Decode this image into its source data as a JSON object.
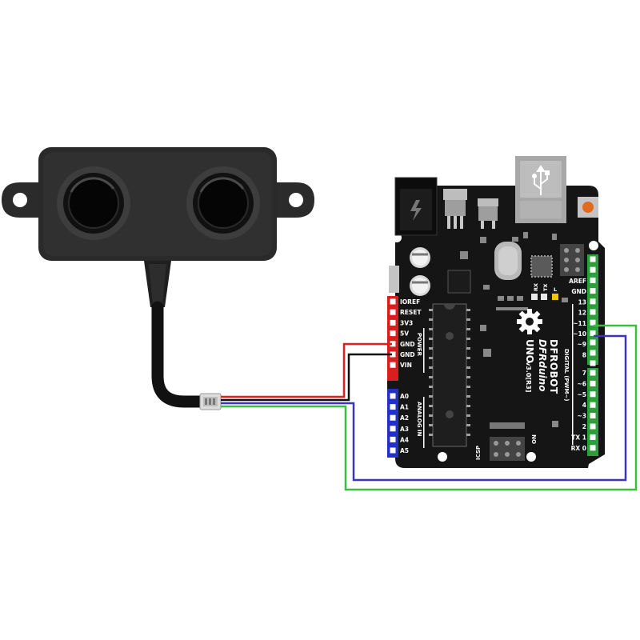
{
  "colors": {
    "vcc_wire": "#e0201c",
    "gnd_wire": "#111111",
    "rx_wire": "#3a34c0",
    "tx_wire": "#38c03a",
    "board": "#151515",
    "sensor": "#2a2a2a",
    "power_header": "#d81e1e",
    "analog_header": "#2230c8",
    "digital_header": "#2e9e3a"
  },
  "board": {
    "brand": "DFROBOT",
    "name": "DFRduino",
    "model": "UNO",
    "version": "v3.0[R3]",
    "power_label": "POWER",
    "analog_label": "ANALOG IN",
    "digital_label": "DIGITAL (PWM~)",
    "icsp_label": "ICSP",
    "on_label": "ON",
    "led_l": "L",
    "led_tx": "TX",
    "led_rx": "RX",
    "power_pins": [
      "IOREF",
      "RESET",
      "3V3",
      "5V",
      "GND",
      "GND",
      "VIN"
    ],
    "analog_pins": [
      "A0",
      "A1",
      "A2",
      "A3",
      "A4",
      "A5"
    ],
    "digital_pins_top": [
      "AREF",
      "GND",
      "13",
      "12",
      "~11",
      "~10",
      "~9",
      "8"
    ],
    "digital_pins_bottom": [
      "7",
      "~6",
      "~5",
      "4",
      "~3",
      "2",
      "TX 1",
      "RX 0"
    ]
  },
  "sensor": {
    "icon": "ultrasonic-sensor-icon"
  }
}
